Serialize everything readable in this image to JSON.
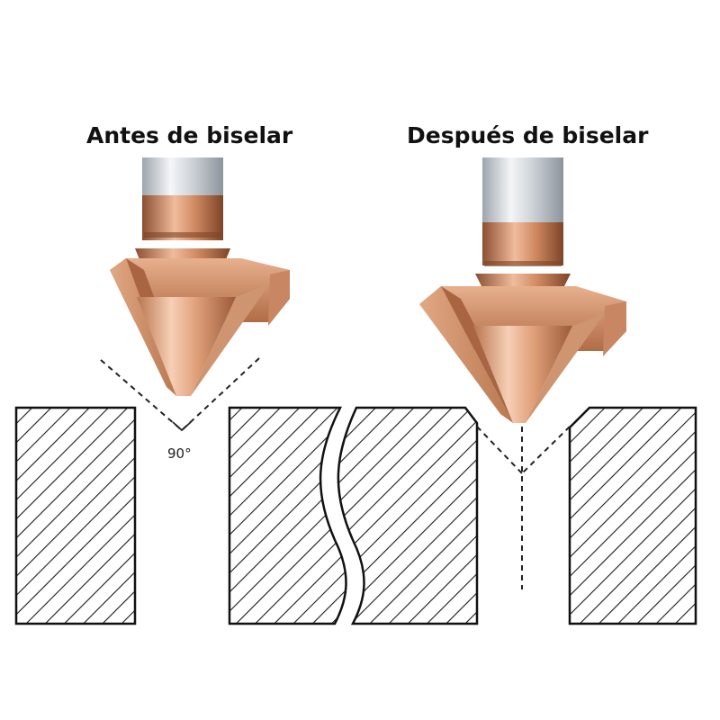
{
  "labels": {
    "before": "Antes de biselar",
    "after": "Después de biselar",
    "angle": "90°"
  },
  "colors": {
    "bronze_light": "#f2c3a6",
    "bronze_mid": "#d8956e",
    "bronze_dark": "#9a5a38",
    "shank_steel": "#d4d8dd",
    "hatch": "#1a1a1a",
    "dash": "#222222"
  },
  "icons": [
    "countersink-bit-icon",
    "workpiece-hatch"
  ]
}
